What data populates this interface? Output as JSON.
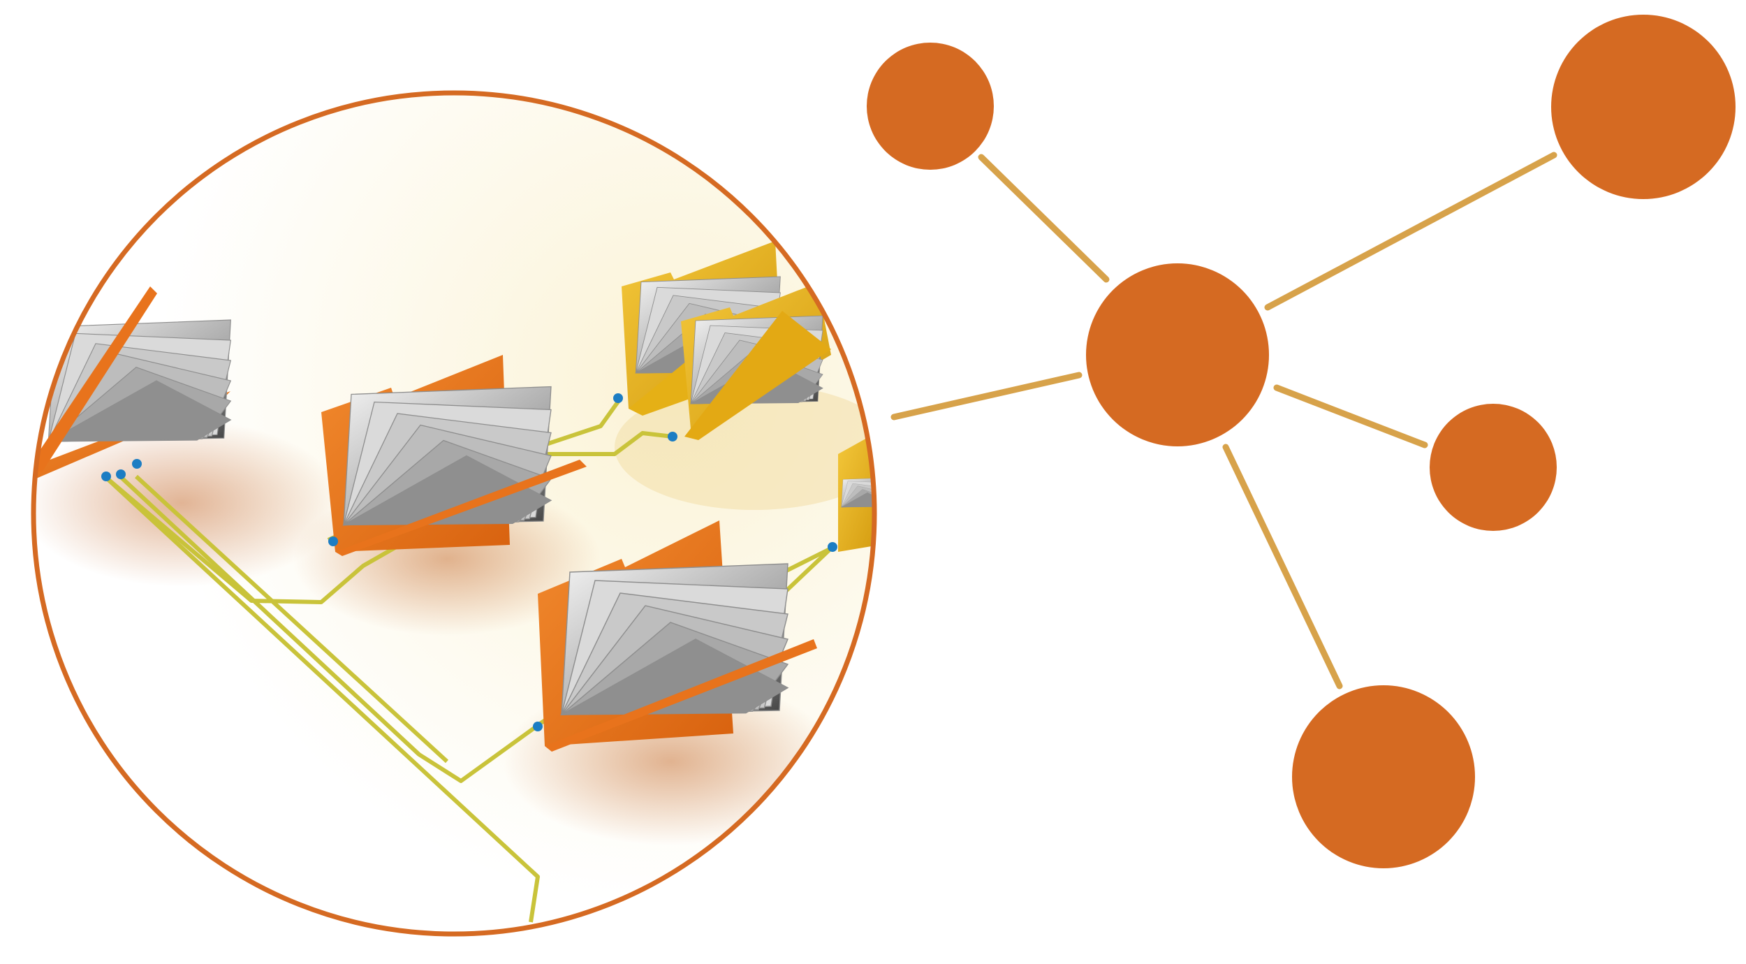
{
  "colors": {
    "node_fill": "#D56A22",
    "edge": "#D7A24A",
    "circle_border": "#D56A22",
    "folder_orange": "#E8731C",
    "folder_yellow": "#E5B016",
    "page_gray": "#B8B8B8",
    "wire": "#C9C33A",
    "connector_dot": "#1C7DC3",
    "background": "#FFFFFF"
  },
  "network": {
    "nodes": [
      {
        "id": "hub",
        "role": "center"
      },
      {
        "id": "top-left",
        "role": "leaf"
      },
      {
        "id": "top-right",
        "role": "leaf"
      },
      {
        "id": "right",
        "role": "leaf"
      },
      {
        "id": "bottom",
        "role": "leaf"
      }
    ],
    "edges": [
      {
        "from": "hub",
        "to": "top-left"
      },
      {
        "from": "hub",
        "to": "top-right"
      },
      {
        "from": "hub",
        "to": "right"
      },
      {
        "from": "hub",
        "to": "bottom"
      },
      {
        "from": "hub",
        "to": "magnifier"
      }
    ]
  },
  "magnifier": {
    "depicts": "folder-tree-illustration",
    "folders": [
      {
        "id": "folder-left",
        "color": "orange"
      },
      {
        "id": "folder-middle",
        "color": "orange"
      },
      {
        "id": "folder-bottom",
        "color": "orange"
      },
      {
        "id": "folder-yellow-back",
        "color": "yellow"
      },
      {
        "id": "folder-yellow-front",
        "color": "yellow"
      },
      {
        "id": "folder-yellow-edge",
        "color": "yellow"
      }
    ]
  }
}
